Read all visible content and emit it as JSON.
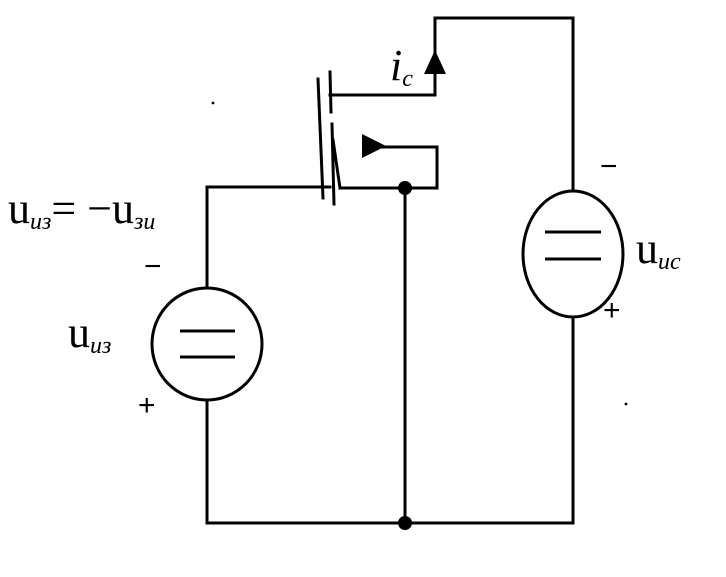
{
  "labels": {
    "gate_eq_left_main": "u",
    "gate_eq_left_sub": "из",
    "gate_eq_mid": "= −",
    "gate_eq_right_main": "u",
    "gate_eq_right_sub": "зи",
    "gate_src_main": "u",
    "gate_src_sub": "из",
    "drain_src_main": "u",
    "drain_src_sub": "ис",
    "current_main": "i",
    "current_sub": "с"
  },
  "signs": {
    "gate_top": "−",
    "gate_bottom": "+",
    "drain_top": "−",
    "drain_bottom": "+"
  }
}
